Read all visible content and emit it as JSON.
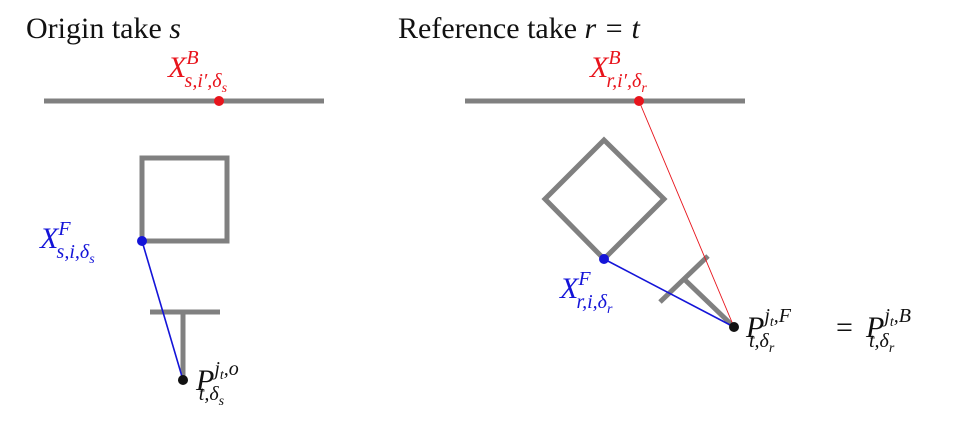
{
  "panels": {
    "left": {
      "title": "Origin take ",
      "title_var": "s",
      "label_background": {
        "base": "X",
        "sup": "B",
        "sub": "s,i′,δ",
        "subsub": "s"
      },
      "label_foreground": {
        "base": "X",
        "sup": "F",
        "sub": "s,i,δ",
        "subsub": "s"
      },
      "label_camera": {
        "base": "P",
        "sup": "j",
        "supsub": "t",
        "sup_rest": ",o",
        "sub": "t,δ",
        "subsub": "s"
      }
    },
    "right": {
      "title": "Reference take ",
      "title_var": "r = t",
      "label_background": {
        "base": "X",
        "sup": "B",
        "sub": "r,i′,δ",
        "subsub": "r"
      },
      "label_foreground": {
        "base": "X",
        "sup": "F",
        "sub": "r,i,δ",
        "subsub": "r"
      },
      "label_camera_left": {
        "base": "P",
        "sup": "j",
        "supsub": "t",
        "sup_rest": ",F",
        "sub": "t,δ",
        "subsub": "r"
      },
      "equals": "=",
      "label_camera_right": {
        "base": "P",
        "sup": "j",
        "supsub": "t",
        "sup_rest": ",B",
        "sub": "t,δ",
        "subsub": "r"
      }
    }
  },
  "colors": {
    "background_point": "#e8141c",
    "foreground_point": "#1414d8",
    "camera_point": "#111111",
    "geometry": "#808080",
    "text": "#111111"
  }
}
